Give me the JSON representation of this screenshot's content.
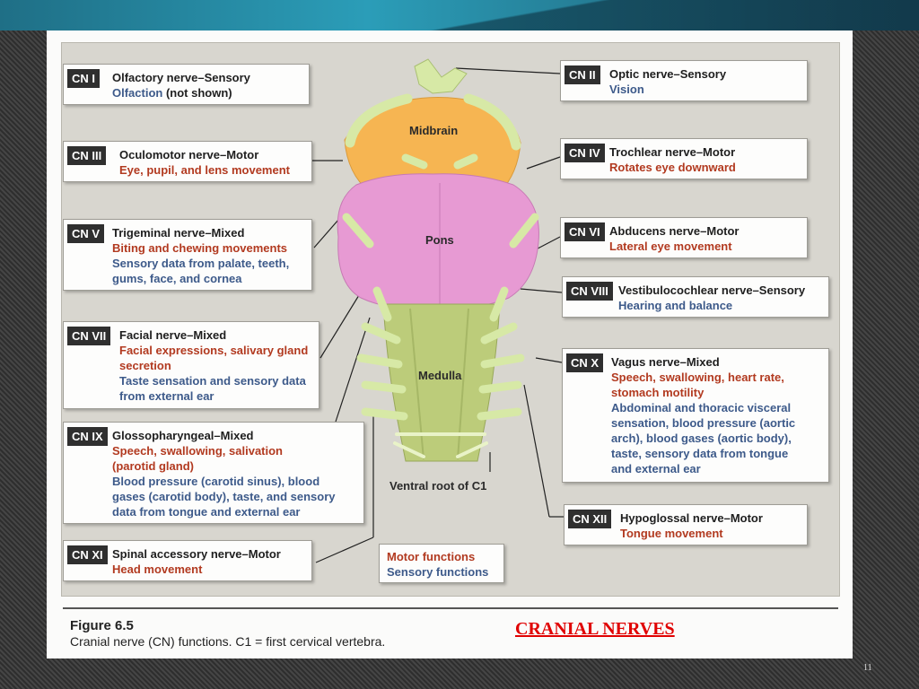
{
  "slide": {
    "title": "CRANIAL NERVES",
    "page_number": "11",
    "figure_label": "Figure 6.5",
    "figure_caption": "Cranial nerve (CN) functions. C1 = first cervical vertebra."
  },
  "regions": {
    "midbrain": "Midbrain",
    "pons": "Pons",
    "medulla": "Medulla",
    "ventral_root": "Ventral root of C1"
  },
  "colors": {
    "motor": "#b23a20",
    "sensory": "#3d5a8a",
    "midbrain": "#f6b552",
    "pons": "#e79ad3",
    "medulla": "#bccc7a",
    "nerve": "#d7e9a6"
  },
  "legend": {
    "motor": "Motor functions",
    "sensory": "Sensory functions"
  },
  "nerves": {
    "cn1": {
      "tag": "CN I",
      "title": "Olfactory nerve–Sensory",
      "lines": [
        [
          "Olfaction",
          "sens"
        ],
        [
          " (not shown)",
          "plain"
        ]
      ]
    },
    "cn2": {
      "tag": "CN II",
      "title": "Optic nerve–Sensory",
      "lines": [
        [
          "Vision",
          "sens"
        ]
      ]
    },
    "cn3": {
      "tag": "CN III",
      "title": "Oculomotor nerve–Motor",
      "lines": [
        [
          "Eye, pupil, and lens movement",
          "motor"
        ]
      ]
    },
    "cn4": {
      "tag": "CN IV",
      "title": "Trochlear nerve–Motor",
      "lines": [
        [
          "Rotates eye downward",
          "motor"
        ]
      ]
    },
    "cn5": {
      "tag": "CN V",
      "title": "Trigeminal nerve–Mixed",
      "lines": [
        [
          "Biting and chewing movements",
          "motor"
        ],
        [
          "Sensory data from palate, teeth,",
          "sens"
        ],
        [
          "gums, face, and cornea",
          "sens"
        ]
      ]
    },
    "cn6": {
      "tag": "CN VI",
      "title": "Abducens nerve–Motor",
      "lines": [
        [
          "Lateral eye movement",
          "motor"
        ]
      ]
    },
    "cn7": {
      "tag": "CN VII",
      "title": "Facial nerve–Mixed",
      "lines": [
        [
          "Facial expressions, salivary gland",
          "motor"
        ],
        [
          "secretion",
          "motor"
        ],
        [
          "Taste sensation and sensory data",
          "sens"
        ],
        [
          "from external ear",
          "sens"
        ]
      ]
    },
    "cn8": {
      "tag": "CN VIII",
      "title": "Vestibulocochlear nerve–Sensory",
      "lines": [
        [
          "Hearing and balance",
          "sens"
        ]
      ]
    },
    "cn9": {
      "tag": "CN IX",
      "title": "Glossopharyngeal–Mixed",
      "lines": [
        [
          "Speech, swallowing, salivation",
          "motor"
        ],
        [
          "(parotid gland)",
          "motor"
        ],
        [
          "Blood pressure (carotid sinus), blood",
          "sens"
        ],
        [
          "gases (carotid body), taste, and sensory",
          "sens"
        ],
        [
          "data from tongue and external ear",
          "sens"
        ]
      ]
    },
    "cn10": {
      "tag": "CN X",
      "title": "Vagus nerve–Mixed",
      "lines": [
        [
          "Speech, swallowing, heart rate,",
          "motor"
        ],
        [
          "stomach motility",
          "motor"
        ],
        [
          "Abdominal and thoracic visceral",
          "sens"
        ],
        [
          "sensation, blood pressure (aortic",
          "sens"
        ],
        [
          "arch), blood gases (aortic body),",
          "sens"
        ],
        [
          "taste, sensory data from tongue",
          "sens"
        ],
        [
          "and external ear",
          "sens"
        ]
      ]
    },
    "cn11": {
      "tag": "CN XI",
      "title": "Spinal accessory nerve–Motor",
      "lines": [
        [
          "Head movement",
          "motor"
        ]
      ]
    },
    "cn12": {
      "tag": "CN XII",
      "title": "Hypoglossal nerve–Motor",
      "lines": [
        [
          "Tongue movement",
          "motor"
        ]
      ]
    }
  }
}
